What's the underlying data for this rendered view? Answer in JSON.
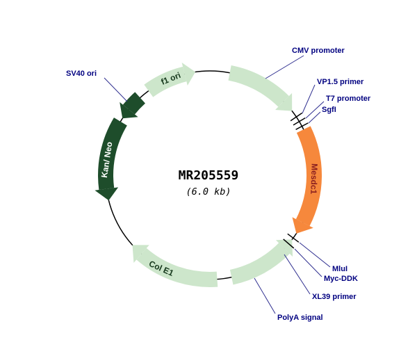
{
  "plasmid": {
    "name": "MR205559",
    "size": "(6.0 kb)",
    "features": {
      "f1_ori": {
        "label": "f1 ori"
      },
      "kan_neo": {
        "label": "Kan/ Neo"
      },
      "col_e1": {
        "label": "Col E1"
      },
      "mesdc1": {
        "label": "Mesdc1"
      }
    },
    "callouts": {
      "sv40": "SV40 ori",
      "cmv": "CMV promoter",
      "vp15": "VP1.5 primer",
      "t7": "T7 promoter",
      "sgfi": "SgfI",
      "mlui": "MluI",
      "myc_ddk": "Myc-DDK",
      "xl39": "XL39 primer",
      "polya": "PolyA signal"
    }
  },
  "colors": {
    "light_green": "#cde6cb",
    "dark_green": "#1e4d2b",
    "orange": "#f6883c",
    "label_blue": "#000080",
    "gene_red": "#8b2020",
    "arc_text_dark": "#16381c",
    "white": "#ffffff",
    "black": "#000000"
  }
}
